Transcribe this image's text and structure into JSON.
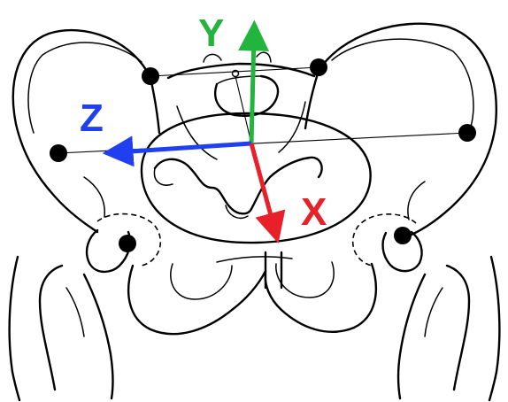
{
  "axes": {
    "x": {
      "label": "X",
      "color": "#e8202a"
    },
    "y": {
      "label": "Y",
      "color": "#22b43c"
    },
    "z": {
      "label": "Z",
      "color": "#1f3ff0"
    }
  },
  "landmark_color": "#000000",
  "icons": {
    "landmark": "filled-circle"
  }
}
